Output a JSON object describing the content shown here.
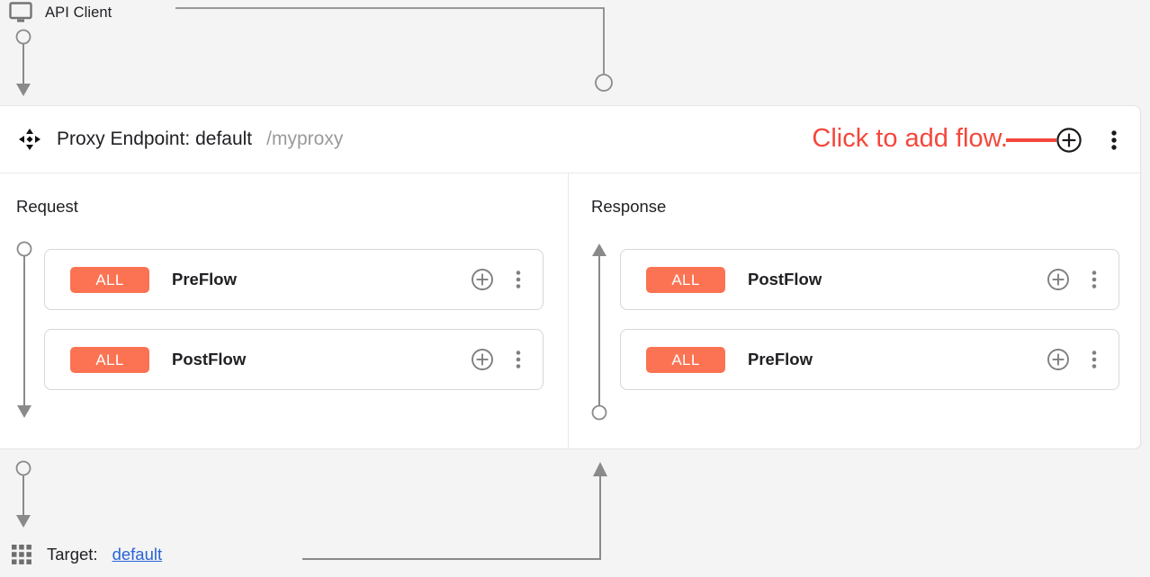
{
  "client": {
    "label": "API Client",
    "icon": "monitor-icon"
  },
  "proxy_endpoint": {
    "drag_icon": "move-handle-icon",
    "title": "Proxy Endpoint: default",
    "basepath": "/myproxy",
    "annotation": "Click to add flow.",
    "annotation_color": "#f4473b",
    "add_flow_icon": "plus-circle-icon",
    "menu_icon": "kebab-menu-icon"
  },
  "columns": [
    {
      "heading": "Request",
      "direction": "down",
      "flows": [
        {
          "badge": "ALL",
          "name": "PreFlow",
          "add_icon": "plus-circle-icon",
          "menu_icon": "kebab-menu-icon"
        },
        {
          "badge": "ALL",
          "name": "PostFlow",
          "add_icon": "plus-circle-icon",
          "menu_icon": "kebab-menu-icon"
        }
      ]
    },
    {
      "heading": "Response",
      "direction": "up",
      "flows": [
        {
          "badge": "ALL",
          "name": "PostFlow",
          "add_icon": "plus-circle-icon",
          "menu_icon": "kebab-menu-icon"
        },
        {
          "badge": "ALL",
          "name": "PreFlow",
          "add_icon": "plus-circle-icon",
          "menu_icon": "kebab-menu-icon"
        }
      ]
    }
  ],
  "target": {
    "icon": "apps-grid-icon",
    "label": "Target:",
    "link": "default"
  },
  "colors": {
    "badge_orange": "#fb7352",
    "annotation_red": "#f4473b",
    "link_blue": "#2962d9",
    "connector_grey": "#8a8a8a",
    "page_background": "#f4f4f4",
    "card_background": "#ffffff"
  }
}
